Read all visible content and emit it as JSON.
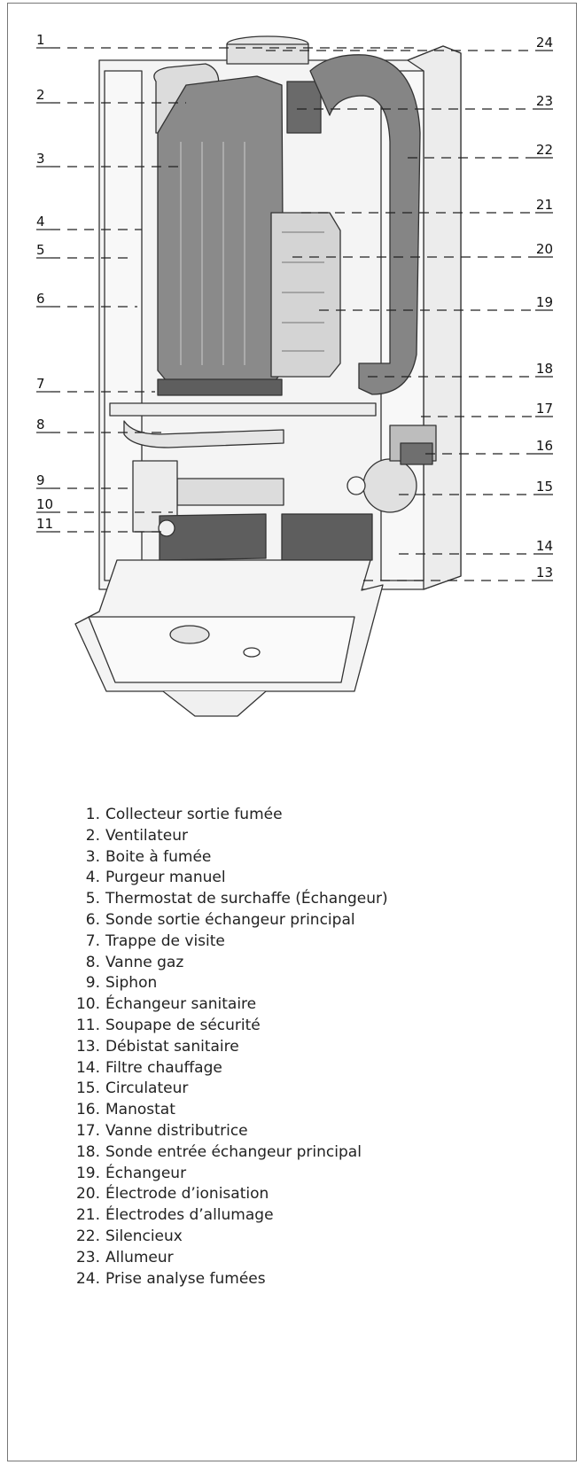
{
  "callouts": [
    {
      "number": "1",
      "side": "left"
    },
    {
      "number": "2",
      "side": "left"
    },
    {
      "number": "3",
      "side": "left"
    },
    {
      "number": "4",
      "side": "left"
    },
    {
      "number": "5",
      "side": "left"
    },
    {
      "number": "6",
      "side": "left"
    },
    {
      "number": "7",
      "side": "left"
    },
    {
      "number": "8",
      "side": "left"
    },
    {
      "number": "9",
      "side": "left"
    },
    {
      "number": "10",
      "side": "left"
    },
    {
      "number": "11",
      "side": "left"
    },
    {
      "number": "24",
      "side": "right"
    },
    {
      "number": "23",
      "side": "right"
    },
    {
      "number": "22",
      "side": "right"
    },
    {
      "number": "21",
      "side": "right"
    },
    {
      "number": "20",
      "side": "right"
    },
    {
      "number": "19",
      "side": "right"
    },
    {
      "number": "18",
      "side": "right"
    },
    {
      "number": "17",
      "side": "right"
    },
    {
      "number": "16",
      "side": "right"
    },
    {
      "number": "15",
      "side": "right"
    },
    {
      "number": "14",
      "side": "right"
    },
    {
      "number": "13",
      "side": "right"
    }
  ],
  "legend": [
    {
      "num": "1.",
      "text": "Collecteur sortie fumée"
    },
    {
      "num": "2.",
      "text": "Ventilateur"
    },
    {
      "num": "3.",
      "text": "Boite à fumée"
    },
    {
      "num": "4.",
      "text": "Purgeur manuel"
    },
    {
      "num": "5.",
      "text": "Thermostat de surchaffe (Échangeur)"
    },
    {
      "num": "6.",
      "text": "Sonde sortie échangeur principal"
    },
    {
      "num": "7.",
      "text": "Trappe de visite"
    },
    {
      "num": "8.",
      "text": "Vanne gaz"
    },
    {
      "num": "9.",
      "text": "Siphon"
    },
    {
      "num": "10.",
      "text": "Échangeur sanitaire"
    },
    {
      "num": "11.",
      "text": "Soupape de sécurité"
    },
    {
      "num": "13.",
      "text": "Débistat sanitaire"
    },
    {
      "num": "14.",
      "text": "Filtre chauffage"
    },
    {
      "num": "15.",
      "text": "Circulateur"
    },
    {
      "num": "16.",
      "text": "Manostat"
    },
    {
      "num": "17.",
      "text": "Vanne distributrice"
    },
    {
      "num": "18.",
      "text": "Sonde entrée échangeur principal"
    },
    {
      "num": "19.",
      "text": "Échangeur"
    },
    {
      "num": "20.",
      "text": "Électrode d’ionisation"
    },
    {
      "num": "21.",
      "text": "Électrodes d’allumage"
    },
    {
      "num": "22.",
      "text": "Silencieux"
    },
    {
      "num": "23.",
      "text": "Allumeur"
    },
    {
      "num": "24.",
      "text": "Prise analyse fumées"
    }
  ],
  "colors": {
    "flue_box": "#8a8a8a",
    "silencer": "#858585",
    "components": "#5e5e5e",
    "housing": "#f2f2f2",
    "outline": "#333333"
  }
}
